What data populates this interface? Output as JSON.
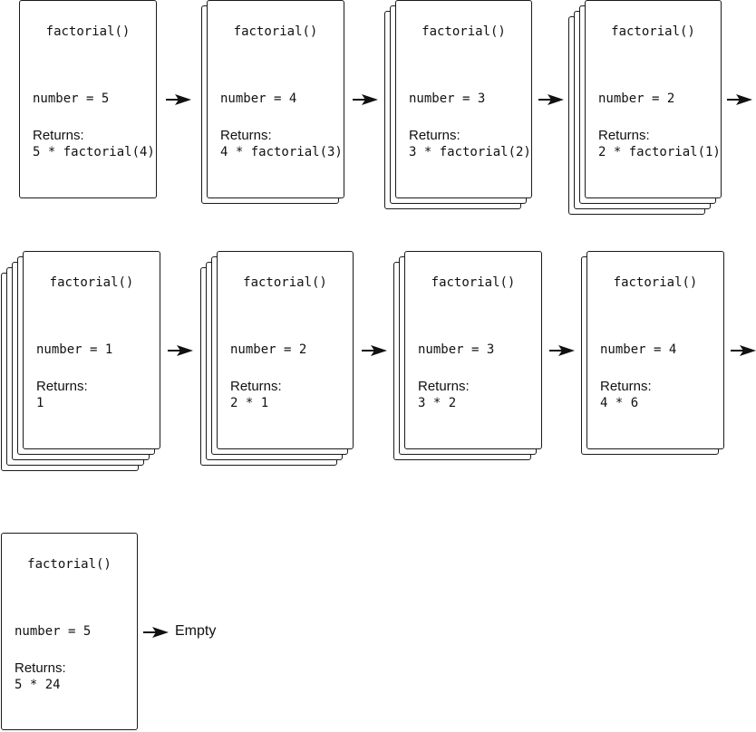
{
  "frames": [
    {
      "title": "factorial()",
      "number": "number = 5",
      "returns_label": "Returns:",
      "returns_value": "5 * factorial(4)"
    },
    {
      "title": "factorial()",
      "number": "number = 4",
      "returns_label": "Returns:",
      "returns_value": "4 * factorial(3)"
    },
    {
      "title": "factorial()",
      "number": "number = 3",
      "returns_label": "Returns:",
      "returns_value": "3 * factorial(2)"
    },
    {
      "title": "factorial()",
      "number": "number = 2",
      "returns_label": "Returns:",
      "returns_value": "2 * factorial(1)"
    },
    {
      "title": "factorial()",
      "number": "number = 1",
      "returns_label": "Returns:",
      "returns_value": "1"
    },
    {
      "title": "factorial()",
      "number": "number = 2",
      "returns_label": "Returns:",
      "returns_value": "2 * 1"
    },
    {
      "title": "factorial()",
      "number": "number = 3",
      "returns_label": "Returns:",
      "returns_value": "3 * 2"
    },
    {
      "title": "factorial()",
      "number": "number = 4",
      "returns_label": "Returns:",
      "returns_value": "4 * 6"
    },
    {
      "title": "factorial()",
      "number": "number = 5",
      "returns_label": "Returns:",
      "returns_value": "5 * 24"
    }
  ],
  "end_label": "Empty"
}
